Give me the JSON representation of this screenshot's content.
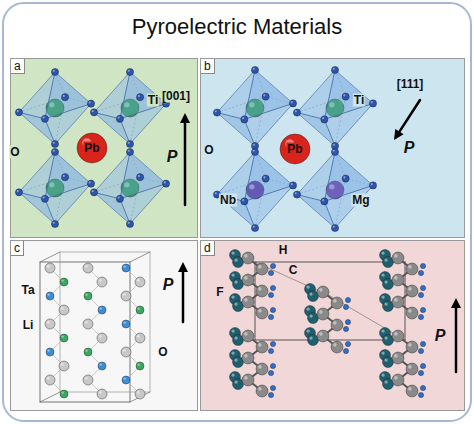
{
  "diagram": {
    "title": "Pyroelectric Materials",
    "nodes": [
      {
        "text": [
          "a"
        ]
      },
      {
        "text": [
          "b"
        ]
      },
      {
        "text": [
          "c"
        ]
      },
      {
        "text": [
          "d"
        ]
      }
    ],
    "labels": [
      "Ti",
      "Pb",
      "O",
      "[001]",
      "P",
      "Ti",
      "Pb",
      "Nb",
      "Mg",
      "O",
      "[111]",
      "P",
      "Ta",
      "Li",
      "O",
      "P",
      "H",
      "C",
      "F",
      "P"
    ]
  }
}
